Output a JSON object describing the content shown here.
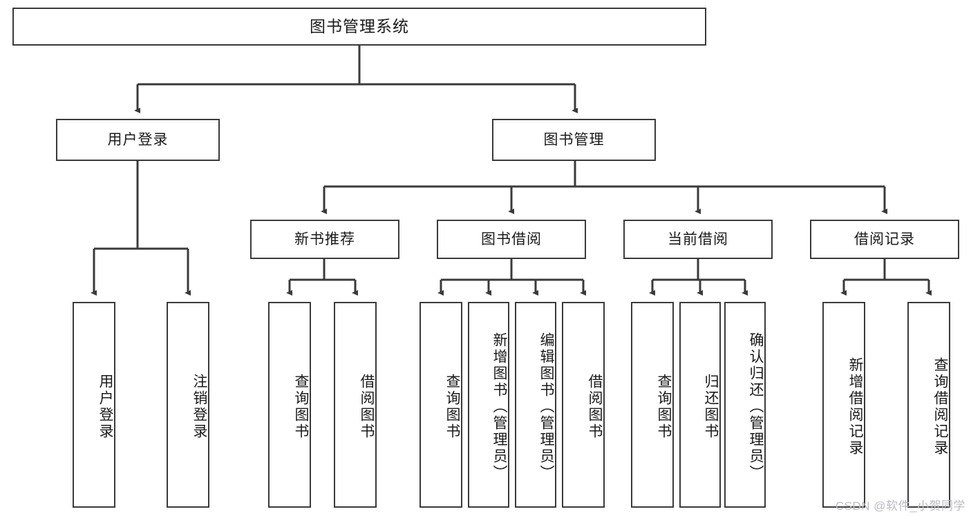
{
  "diagram": {
    "title": "图书管理系统",
    "root": {
      "label": "图书管理系统"
    },
    "tier1": [
      {
        "label": "用户登录"
      },
      {
        "label": "图书管理"
      }
    ],
    "tier2": [
      {
        "label": "新书推荐"
      },
      {
        "label": "图书借阅"
      },
      {
        "label": "当前借阅"
      },
      {
        "label": "借阅记录"
      }
    ],
    "leaves": {
      "user_login": [
        {
          "label": "用户登录"
        },
        {
          "label": "注销登录"
        }
      ],
      "new_book_recommend": [
        {
          "label": "查询图书"
        },
        {
          "label": "借阅图书"
        }
      ],
      "book_borrow": [
        {
          "label": "查询图书"
        },
        {
          "label": "新增图书（管理员）"
        },
        {
          "label": "编辑图书（管理员）"
        },
        {
          "label": "借阅图书"
        }
      ],
      "current_borrow": [
        {
          "label": "查询图书"
        },
        {
          "label": "归还图书"
        },
        {
          "label": "确认归还（管理员）"
        }
      ],
      "borrow_record": [
        {
          "label": "新增借阅记录"
        },
        {
          "label": "查询借阅记录"
        }
      ]
    }
  },
  "watermark": {
    "text": "CSDN @软件_小贺同学"
  },
  "colors": {
    "border": "#3a3a3a",
    "text": "#1a1a1a",
    "background": "#ffffff",
    "watermark": "#b9bcc2"
  }
}
